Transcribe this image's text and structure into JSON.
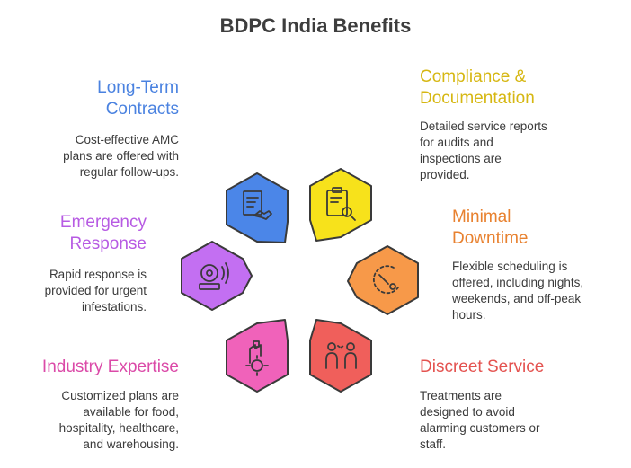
{
  "title": "BDPC India Benefits",
  "colors": {
    "blue": "#4b86e8",
    "yellow": "#f7e21b",
    "orange": "#f79949",
    "purple": "#c36ff2",
    "pink": "#f062ba",
    "red": "#f05f5b"
  },
  "benefits": [
    {
      "heading": [
        "Long-Term",
        "Contracts"
      ],
      "description": [
        "Cost-effective AMC",
        "plans are offered with",
        "regular follow-ups."
      ],
      "color": "#4b86e8",
      "text_color": "#4a82e0",
      "icon": "contract-handshake-icon"
    },
    {
      "heading": [
        "Compliance &",
        "Documentation"
      ],
      "description": [
        "Detailed service reports",
        "for audits and",
        "inspections are",
        "provided."
      ],
      "color": "#f7e21b",
      "text_color": "#d6b712",
      "icon": "clipboard-search-icon"
    },
    {
      "heading": [
        "Emergency",
        "Response"
      ],
      "description": [
        "Rapid response is",
        "provided for urgent",
        "infestations."
      ],
      "color": "#c36ff2",
      "text_color": "#b75be3",
      "icon": "alarm-bell-icon"
    },
    {
      "heading": [
        "Minimal",
        "Downtime"
      ],
      "description": [
        "Flexible scheduling is",
        "offered, including nights,",
        "weekends, and off-peak",
        "hours."
      ],
      "color": "#f79949",
      "text_color": "#e8812f",
      "icon": "clock-timer-icon"
    },
    {
      "heading": [
        "Industry Expertise"
      ],
      "description": [
        "Customized plans are",
        "available for food,",
        "hospitality, healthcare,",
        "and warehousing."
      ],
      "color": "#f062ba",
      "text_color": "#db4aa8",
      "icon": "industry-gear-icon"
    },
    {
      "heading": [
        "Discreet Service"
      ],
      "description": [
        "Treatments are",
        "designed to avoid",
        "alarming customers or",
        "staff."
      ],
      "color": "#f05f5b",
      "text_color": "#e45350",
      "icon": "people-privacy-icon"
    }
  ]
}
